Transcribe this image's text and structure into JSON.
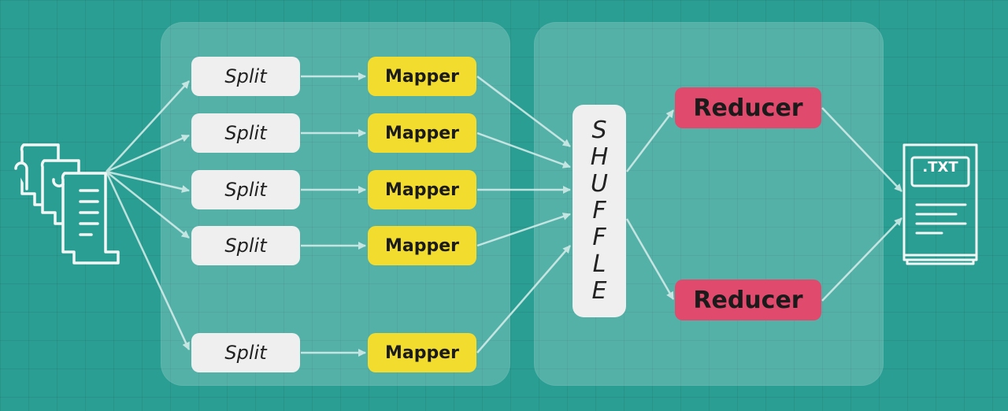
{
  "diagram": {
    "splits": [
      "Split",
      "Split",
      "Split",
      "Split",
      "Split"
    ],
    "mappers": [
      "Mapper",
      "Mapper",
      "Mapper",
      "Mapper",
      "Mapper"
    ],
    "shuffle": "SHUFFLE",
    "reducers": [
      "Reducer",
      "Reducer"
    ],
    "output_file_label": ".TXT",
    "input_icon": "documents-stack-icon",
    "output_icon": "text-file-icon"
  },
  "colors": {
    "background": "#2a9e93",
    "split": "#efefef",
    "mapper": "#f2dd2e",
    "reducer": "#e04a6c",
    "shuffle": "#efefef",
    "arrow": "#cfe8e4"
  }
}
